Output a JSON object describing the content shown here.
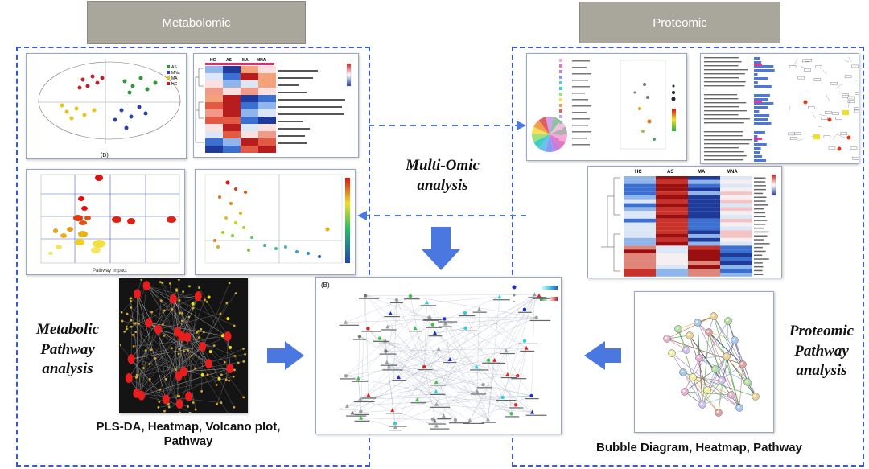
{
  "headers": {
    "metabolomic": "Metabolomic",
    "proteomic": "Proteomic"
  },
  "center": {
    "title": "Multi-Omic\nanalysis"
  },
  "left": {
    "pathway_label": "Metabolic\nPathway\nanalysis",
    "caption": "PLS-DA, Heatmap, Volcano plot,\nPathway",
    "plsda_panel_label": "(D)",
    "plsda_legend": [
      "AS",
      "MNa",
      "MA",
      "HC"
    ],
    "heatmap_groups": [
      "HC",
      "AS",
      "MA",
      "MNA"
    ],
    "bubble_xlabel": "Pathway Impact"
  },
  "right": {
    "pathway_label": "Proteomic\nPathway\nanalysis",
    "caption": "Bubble Diagram, Heatmap, Pathway",
    "heatmap_groups": [
      "HC",
      "AS",
      "MA",
      "MNA"
    ]
  },
  "network": {
    "panel_label": "(B)"
  },
  "colors": {
    "frame": "#3a5bc7",
    "header_bg": "#a9a79c",
    "arrow": "#4a78e0"
  }
}
